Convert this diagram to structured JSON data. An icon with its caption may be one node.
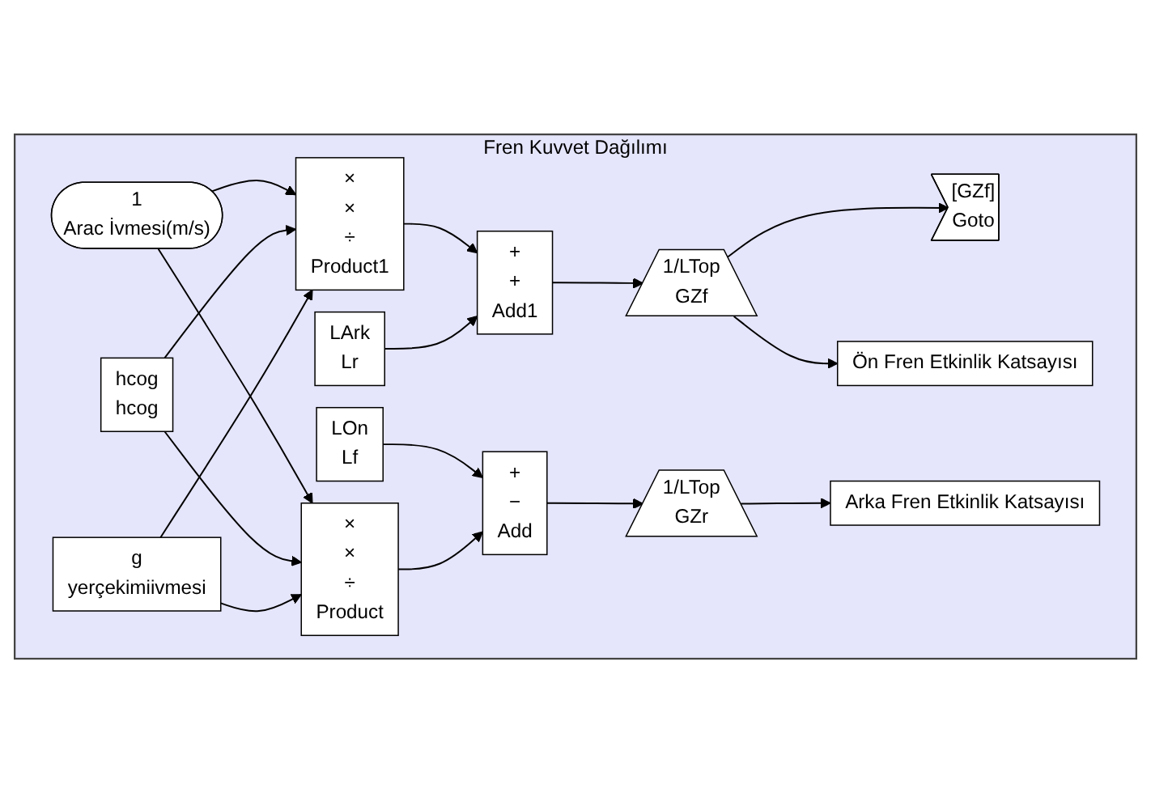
{
  "diagram": {
    "nodes": [
      {
        "text": [
          "Fren Kuvvet Dağılımı"
        ]
      },
      {
        "text": [
          "1",
          "Arac İvmesi(m/s)"
        ],
        "in": 0
      },
      {
        "text": [
          "×",
          "×",
          "÷",
          "Product1"
        ],
        "in": 0
      },
      {
        "text": [
          "LOn",
          "Lf"
        ],
        "in": 0
      },
      {
        "text": [
          "LArk",
          "Lr"
        ],
        "in": 0
      },
      {
        "text": [
          "hcog",
          "hcog"
        ],
        "in": 0
      },
      {
        "text": [
          "g",
          "yerçekimiivmesi"
        ],
        "in": 0
      },
      {
        "text": [
          "×",
          "×",
          "÷",
          "Product"
        ],
        "in": 0
      },
      {
        "text": [
          "+",
          "+",
          "Add1"
        ],
        "in": 0
      },
      {
        "text": [
          "+",
          "−",
          "Add"
        ],
        "in": 0
      },
      {
        "text": [
          "1/LTop",
          "GZf"
        ],
        "in": 0
      },
      {
        "text": [
          "1/LTop",
          "GZr"
        ],
        "in": 0
      },
      {
        "text": [
          "[GZf]",
          "Goto"
        ],
        "in": 0
      },
      {
        "text": [
          "Ön Fren Etkinlik Katsayısı"
        ],
        "in": 0
      },
      {
        "text": [
          "Arka Fren Etkinlik Katsayısı"
        ],
        "in": 0
      }
    ],
    "edges": [
      {
        "from": 1,
        "to": 2,
        "arrow": "to"
      },
      {
        "from": 1,
        "to": 7,
        "arrow": "to"
      },
      {
        "from": 5,
        "to": 2,
        "arrow": "to"
      },
      {
        "from": 5,
        "to": 7,
        "arrow": "to"
      },
      {
        "from": 6,
        "to": 2,
        "arrow": "to"
      },
      {
        "from": 6,
        "to": 7,
        "arrow": "to"
      },
      {
        "from": 2,
        "to": 8,
        "arrow": "to"
      },
      {
        "from": 4,
        "to": 8,
        "arrow": "to"
      },
      {
        "from": 3,
        "to": 9,
        "arrow": "to"
      },
      {
        "from": 7,
        "to": 9,
        "arrow": "to"
      },
      {
        "from": 8,
        "to": 10,
        "arrow": "to"
      },
      {
        "from": 9,
        "to": 11,
        "arrow": "to"
      },
      {
        "from": 10,
        "to": 12,
        "arrow": "to"
      },
      {
        "from": 10,
        "to": 13,
        "arrow": "to"
      },
      {
        "from": 11,
        "to": 14,
        "arrow": "to"
      }
    ]
  }
}
